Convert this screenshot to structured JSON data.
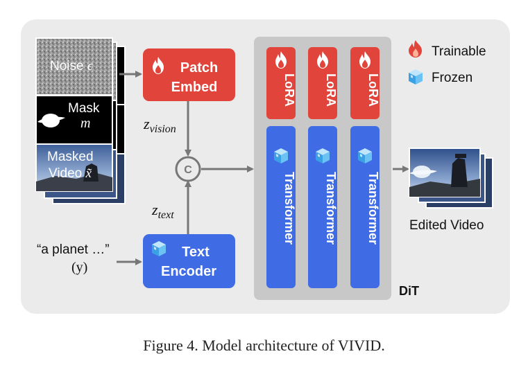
{
  "legend": {
    "trainable_label": "Trainable",
    "frozen_label": "Frozen"
  },
  "inputs": {
    "noise_label": "Noise",
    "noise_symbol": "ϵ",
    "mask_label": "Mask",
    "mask_symbol": "m",
    "masked_video_label_line1": "Masked",
    "masked_video_label_line2": "Video",
    "masked_video_symbol": "x̃",
    "prompt_text": "“a planet …”",
    "prompt_symbol": "(y)"
  },
  "modules": {
    "patch_embed_line1": "Patch",
    "patch_embed_line2": "Embed",
    "text_encoder_line1": "Text",
    "text_encoder_line2": "Encoder",
    "concat_symbol": "C",
    "z_vision_base": "z",
    "z_vision_sub": "vision",
    "z_text_base": "z",
    "z_text_sub": "text",
    "lora_label": "LoRA",
    "transformer_label": "Transformer",
    "dit_label": "DiT"
  },
  "output": {
    "edited_video_label": "Edited Video"
  },
  "caption": "Figure 4. Model architecture of VIVID.",
  "colors": {
    "panel_bg": "#ebebeb",
    "dit_bg": "#c8c8c8",
    "trainable_red": "#e0443a",
    "frozen_blue": "#3f6be5",
    "arrow_gray": "#777777",
    "ice_blue": "#5fb8f0"
  }
}
